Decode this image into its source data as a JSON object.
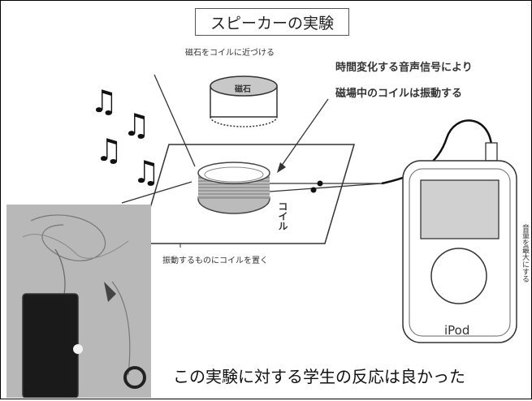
{
  "title": "スピーカーの実験",
  "labels": {
    "magnet_instruction": "磁石をコイルに近づける",
    "magnet": "磁石",
    "signal_line1": "時間変化する音声信号により",
    "signal_line2": "磁場中のコイルは振動する",
    "coil": "コイル",
    "place_coil": "振動するものにコイルを置く",
    "volume_max": "音量を最大にする",
    "device": "iPod"
  },
  "caption": "この実験に対する学生の反応は良かった",
  "music_notes": [
    "♫",
    "♫",
    "♫",
    "♫"
  ]
}
